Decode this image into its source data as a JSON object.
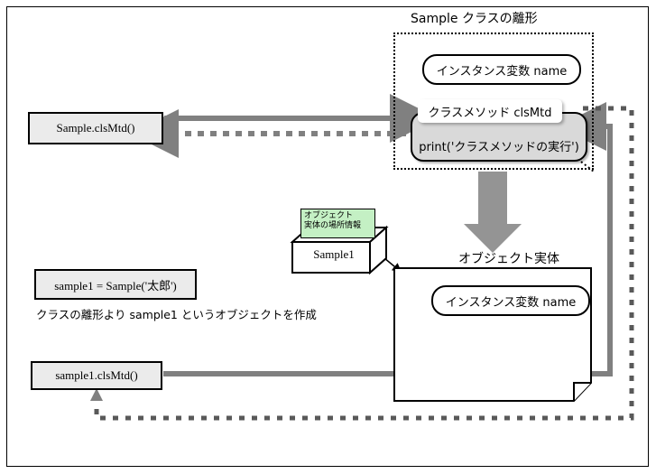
{
  "diagram": {
    "title": "Sample クラスの離形",
    "class_box": {
      "instance_variable": "インスタンス変数 name",
      "method_label": "クラスメソッド  clsMtd",
      "method_body": "print('クラスメソッドの実行')"
    },
    "object_entity": {
      "label": "オブジェクト実体",
      "instance_variable": "インスタンス変数  name"
    },
    "sticky_note": {
      "line1": "オブジェクト",
      "line2": "実体の場所情報"
    },
    "reference_box": {
      "label": "Sample1"
    },
    "code": {
      "class_method_call": "Sample.clsMtd()",
      "instantiation": "sample1 = Sample('太郎')",
      "instance_method_call": "sample1.clsMtd()"
    },
    "caption": "クラスの離形より sample1 というオブジェクトを作成",
    "colors": {
      "gray_arrow": "#808080",
      "code_box_fill": "#ebebeb",
      "method_fill": "#d9d9d9",
      "sticky_fill": "#c4f0c4",
      "outline": "#000000"
    }
  }
}
